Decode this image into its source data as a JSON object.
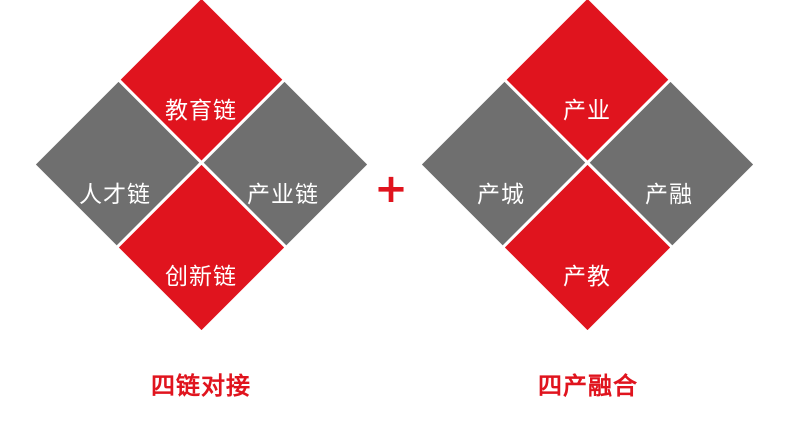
{
  "colors": {
    "red": "#e0141e",
    "gray": "#6f6f6f",
    "gap": "#ffffff"
  },
  "left_group": {
    "top_label": "教育链",
    "left_label": "人才链",
    "right_label": "产业链",
    "bottom_label": "创新链",
    "caption": "四链对接"
  },
  "right_group": {
    "top_label": "产业",
    "left_label": "产城",
    "right_label": "产融",
    "bottom_label": "产教",
    "caption": "四产融合"
  },
  "connector": {
    "symbol": "+"
  }
}
